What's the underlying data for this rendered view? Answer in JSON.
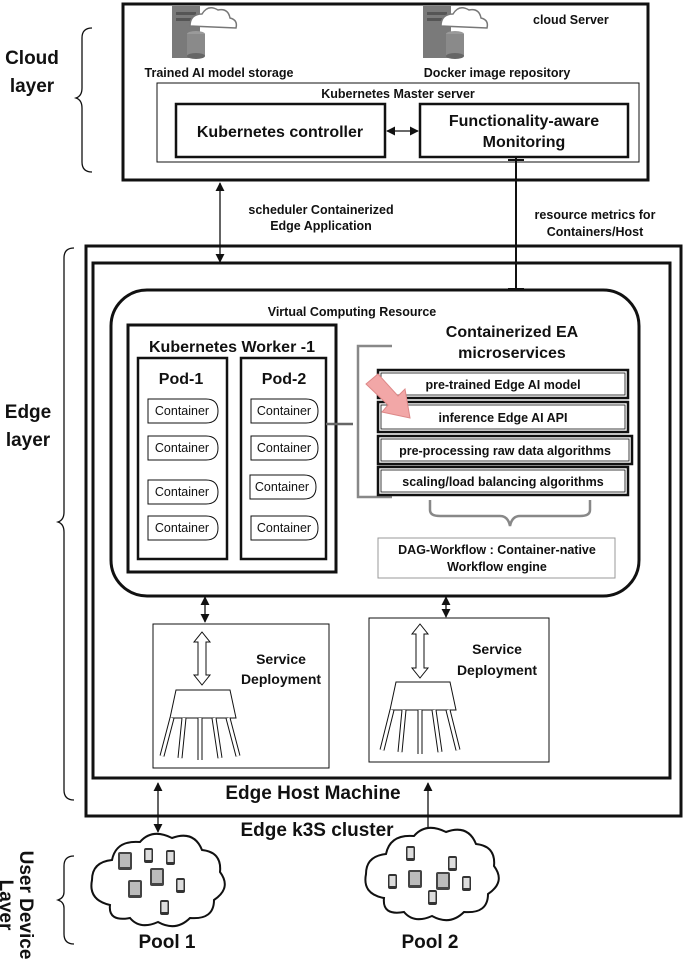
{
  "layers": {
    "cloud": "Cloud layer",
    "cloud_line1": "Cloud",
    "cloud_line2": "layer",
    "edge_line1": "Edge",
    "edge_line2": "layer",
    "user_line1": "User Device",
    "user_line2": "Layer"
  },
  "cloud_server": {
    "title": "cloud Server",
    "storage_label": "Trained AI model storage",
    "docker_label": "Docker  image repository",
    "master_title": "Kubernetes Master server",
    "controller": "Kubernetes controller",
    "monitoring_line1": "Functionality-aware",
    "monitoring_line2": "Monitoring",
    "storage_icon": "server-cloud-icon",
    "docker_icon": "server-cloud-icon"
  },
  "links": {
    "scheduler_line1": "scheduler Containerized",
    "scheduler_line2": "Edge Application",
    "metrics_line1": "resource metrics for",
    "metrics_line2": "Containers/Host"
  },
  "edge": {
    "vcr_title": "Virtual Computing Resource",
    "worker_title": "Kubernetes Worker -1",
    "pod1": "Pod-1",
    "pod2": "Pod-2",
    "container_label": "Container",
    "ea_title_line1": "Containerized EA",
    "ea_title_line2": "microservices",
    "microservices": [
      "pre-trained Edge AI model",
      "inference Edge AI API",
      "pre-processing raw data algorithms",
      "scaling/load balancing algorithms"
    ],
    "dag_line1": "DAG-Workflow : Container-native",
    "dag_line2": "Workflow engine",
    "service_line1": "Service",
    "service_line2": "Deployment",
    "host_machine": "Edge Host Machine",
    "cluster": "Edge k3S cluster"
  },
  "pools": {
    "pool1": "Pool 1",
    "pool2": "Pool 2"
  },
  "colors": {
    "stroke": "#111111",
    "gray_bracket": "#888888",
    "arrow_pink": "#f2a7a7"
  }
}
